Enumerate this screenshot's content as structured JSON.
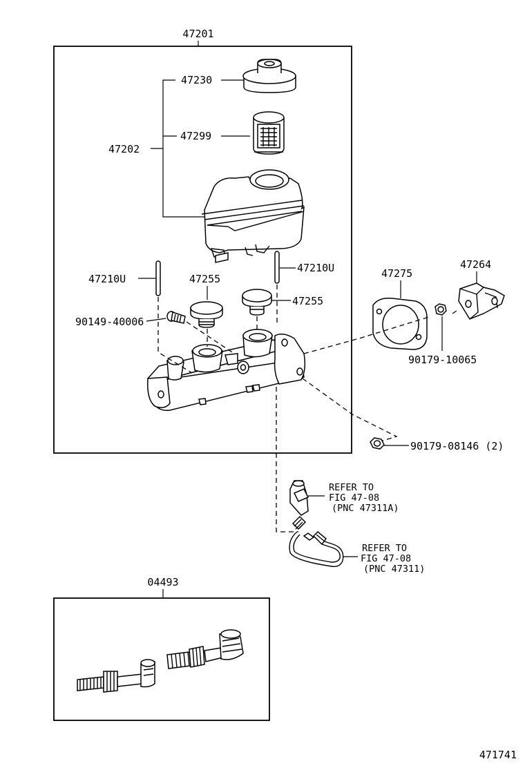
{
  "diagram": {
    "figure_number": "471741",
    "labels": {
      "assembly": "47201",
      "reservoir_set": "47202",
      "cap": "47230",
      "strainer": "47299",
      "pin_left": "47210U",
      "pin_right": "47210U",
      "grommet_left": "47255",
      "grommet_right": "47255",
      "screw": "90149-40006",
      "gasket": "47275",
      "bracket": "47264",
      "nut_upper": "90179-10065",
      "nut_lower": "90179-08146 (2)",
      "repair_kit": "04493"
    },
    "refer_a": {
      "line1": "REFER TO",
      "line2": "FIG 47-08",
      "line3": "(PNC 47311A)"
    },
    "refer_b": {
      "line1": "REFER TO",
      "line2": "FIG 47-08",
      "line3": "(PNC 47311)"
    }
  }
}
